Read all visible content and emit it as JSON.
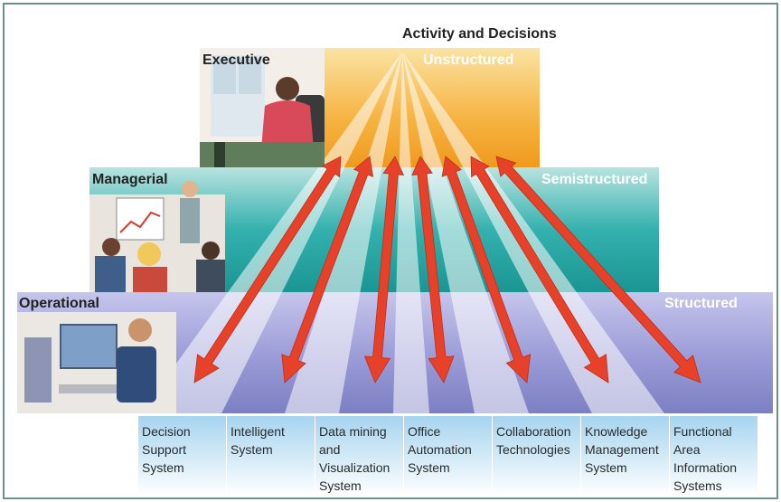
{
  "title": "Activity and Decisions",
  "levels": {
    "executive": "Executive",
    "managerial": "Managerial",
    "operational": "Operational"
  },
  "decision_types": {
    "unstructured": "Unstructured",
    "semistructured": "Semistructured",
    "structured": "Structured"
  },
  "systems": [
    {
      "label": "Decision Support System"
    },
    {
      "label": "Intelligent System"
    },
    {
      "label": "Data mining and Visualization System"
    },
    {
      "label": "Office Automation System"
    },
    {
      "label": "Collaboration Technologies"
    },
    {
      "label": "Knowledge Management System"
    },
    {
      "label": "Functional Area Information Systems"
    }
  ],
  "colors": {
    "unstructured_band": "#f4a52a",
    "semistructured_band": "#1fa5a3",
    "structured_band": "#8e8fd0",
    "arrow": "#e8412a",
    "system_boxes": "#cfe8f6",
    "frame": "#6f8f8d"
  }
}
